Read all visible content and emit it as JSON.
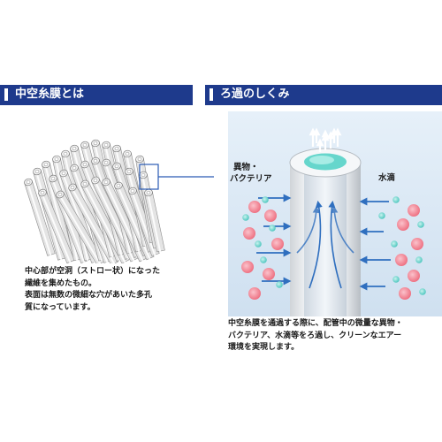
{
  "left_section": {
    "title": "中空糸膜とは",
    "description_lines": [
      "中心部が空洞（ストロー状）になった",
      "繊維を集めたもの。",
      "表面は無数の微細な穴があいた多孔",
      "質になっています。"
    ]
  },
  "right_section": {
    "title": "ろ過のしくみ",
    "labels": {
      "impurities_line1": "異物・",
      "impurities_line2": "バクテリア",
      "water_drops": "水滴"
    },
    "description_lines": [
      "中空糸膜を通過する際に、配管中の微量な異物・",
      "バクテリア、水滴等をろ過し、クリーンなエアー",
      "環境を実現します。"
    ]
  },
  "colors": {
    "header_navy": "#1e3a8c",
    "panel_bg": "#d3e4f3",
    "arrow_blue": "#2f6fbf",
    "impurity_pink": "#f07d8c",
    "droplet_cyan": "#5fd0c8"
  }
}
